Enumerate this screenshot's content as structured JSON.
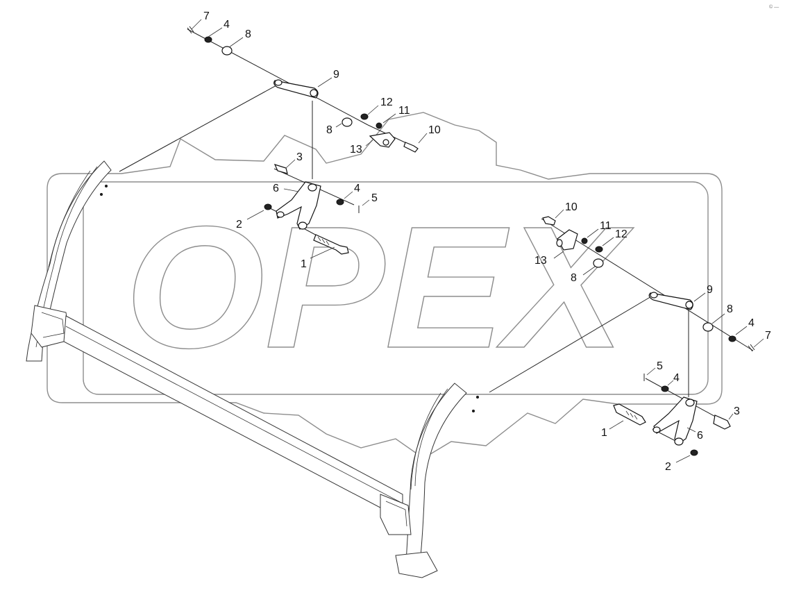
{
  "watermark": {
    "text": "OPEX"
  },
  "corner_mark": "© —",
  "callouts": {
    "upper": {
      "c7": "7",
      "c4a": "4",
      "c8a": "8",
      "c9": "9",
      "c12": "12",
      "c11": "11",
      "c8b": "8",
      "c10": "10",
      "c13": "13",
      "c3": "3",
      "c6": "6",
      "c4b": "4",
      "c5": "5",
      "c2": "2",
      "c1": "1"
    },
    "lower": {
      "c10": "10",
      "c11": "11",
      "c12": "12",
      "c13": "13",
      "c8a": "8",
      "c9": "9",
      "c8b": "8",
      "c4a": "4",
      "c7": "7",
      "c5": "5",
      "c4b": "4",
      "c3": "3",
      "c1": "1",
      "c6": "6",
      "c2": "2"
    }
  }
}
